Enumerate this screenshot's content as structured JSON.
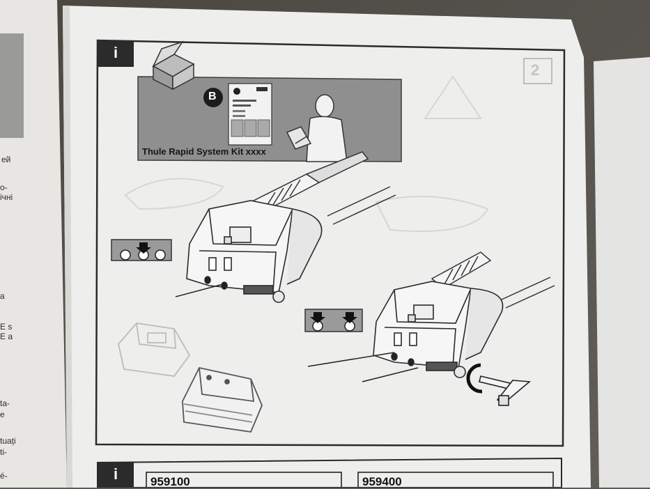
{
  "manual": {
    "main_panel": {
      "info_badge": "i",
      "kit_label": "Thule Rapid System Kit xxxx",
      "step_badge": "B",
      "page_number": "2"
    },
    "next_panel": {
      "info_badge": "i",
      "code_left": "959100",
      "code_right": "959400"
    },
    "left_page_fragments": [
      "ей",
      "о-",
      "ічні",
      "а",
      "E s",
      "E a",
      "ta-",
      "e",
      "tuați",
      "ti-",
      "é-"
    ]
  },
  "colors": {
    "paper": "#eeeeec",
    "panel_grey": "#8f8f8f",
    "badge_dark": "#2b2b2b",
    "background": "#5a5a58"
  }
}
